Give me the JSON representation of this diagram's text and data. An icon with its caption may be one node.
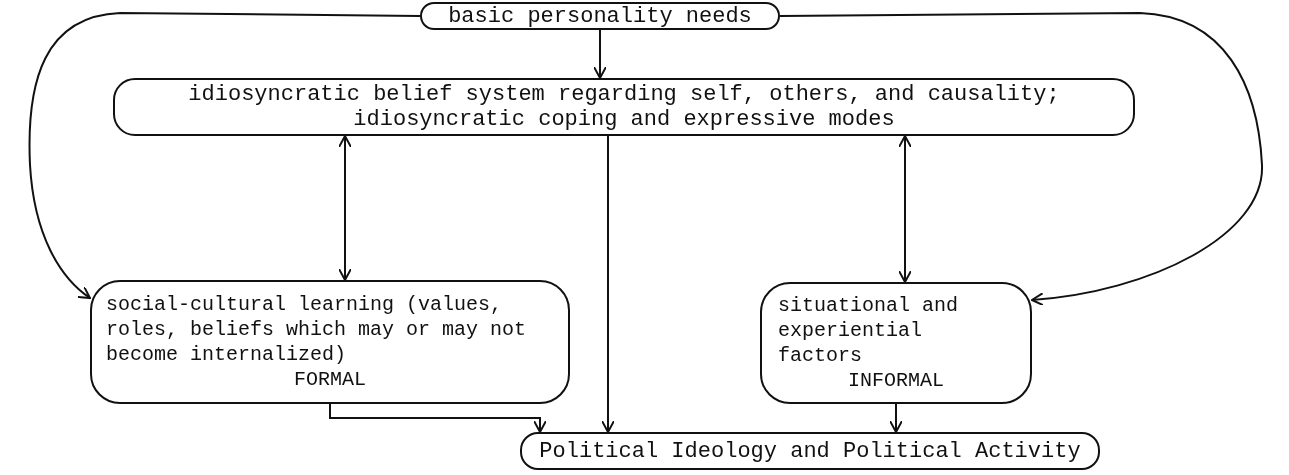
{
  "diagram": {
    "nodes": [
      {
        "text": [
          "basic personality needs"
        ]
      },
      {
        "text": [
          "idiosyncratic belief system regarding self, others, and causality; idiosyncratic coping and expressive modes"
        ]
      },
      {
        "text": [
          "social-cultural learning (values, roles, beliefs which may or may not become internalized)",
          "FORMAL"
        ]
      },
      {
        "text": [
          "situational and experiential factors",
          "INFORMAL"
        ]
      },
      {
        "text": [
          "Political Ideology and Political Activity"
        ]
      }
    ],
    "edges": [
      {
        "from": 0,
        "to": 1,
        "arrow": "to"
      },
      {
        "from": 0,
        "to": 2,
        "arrow": "to"
      },
      {
        "from": 0,
        "to": 3,
        "arrow": "to"
      },
      {
        "from": 1,
        "to": 2,
        "arrow": "both"
      },
      {
        "from": 1,
        "to": 3,
        "arrow": "both"
      },
      {
        "from": 1,
        "to": 4,
        "arrow": "to"
      },
      {
        "from": 2,
        "to": 4,
        "arrow": "to"
      },
      {
        "from": 3,
        "to": 4,
        "arrow": "to"
      }
    ]
  }
}
